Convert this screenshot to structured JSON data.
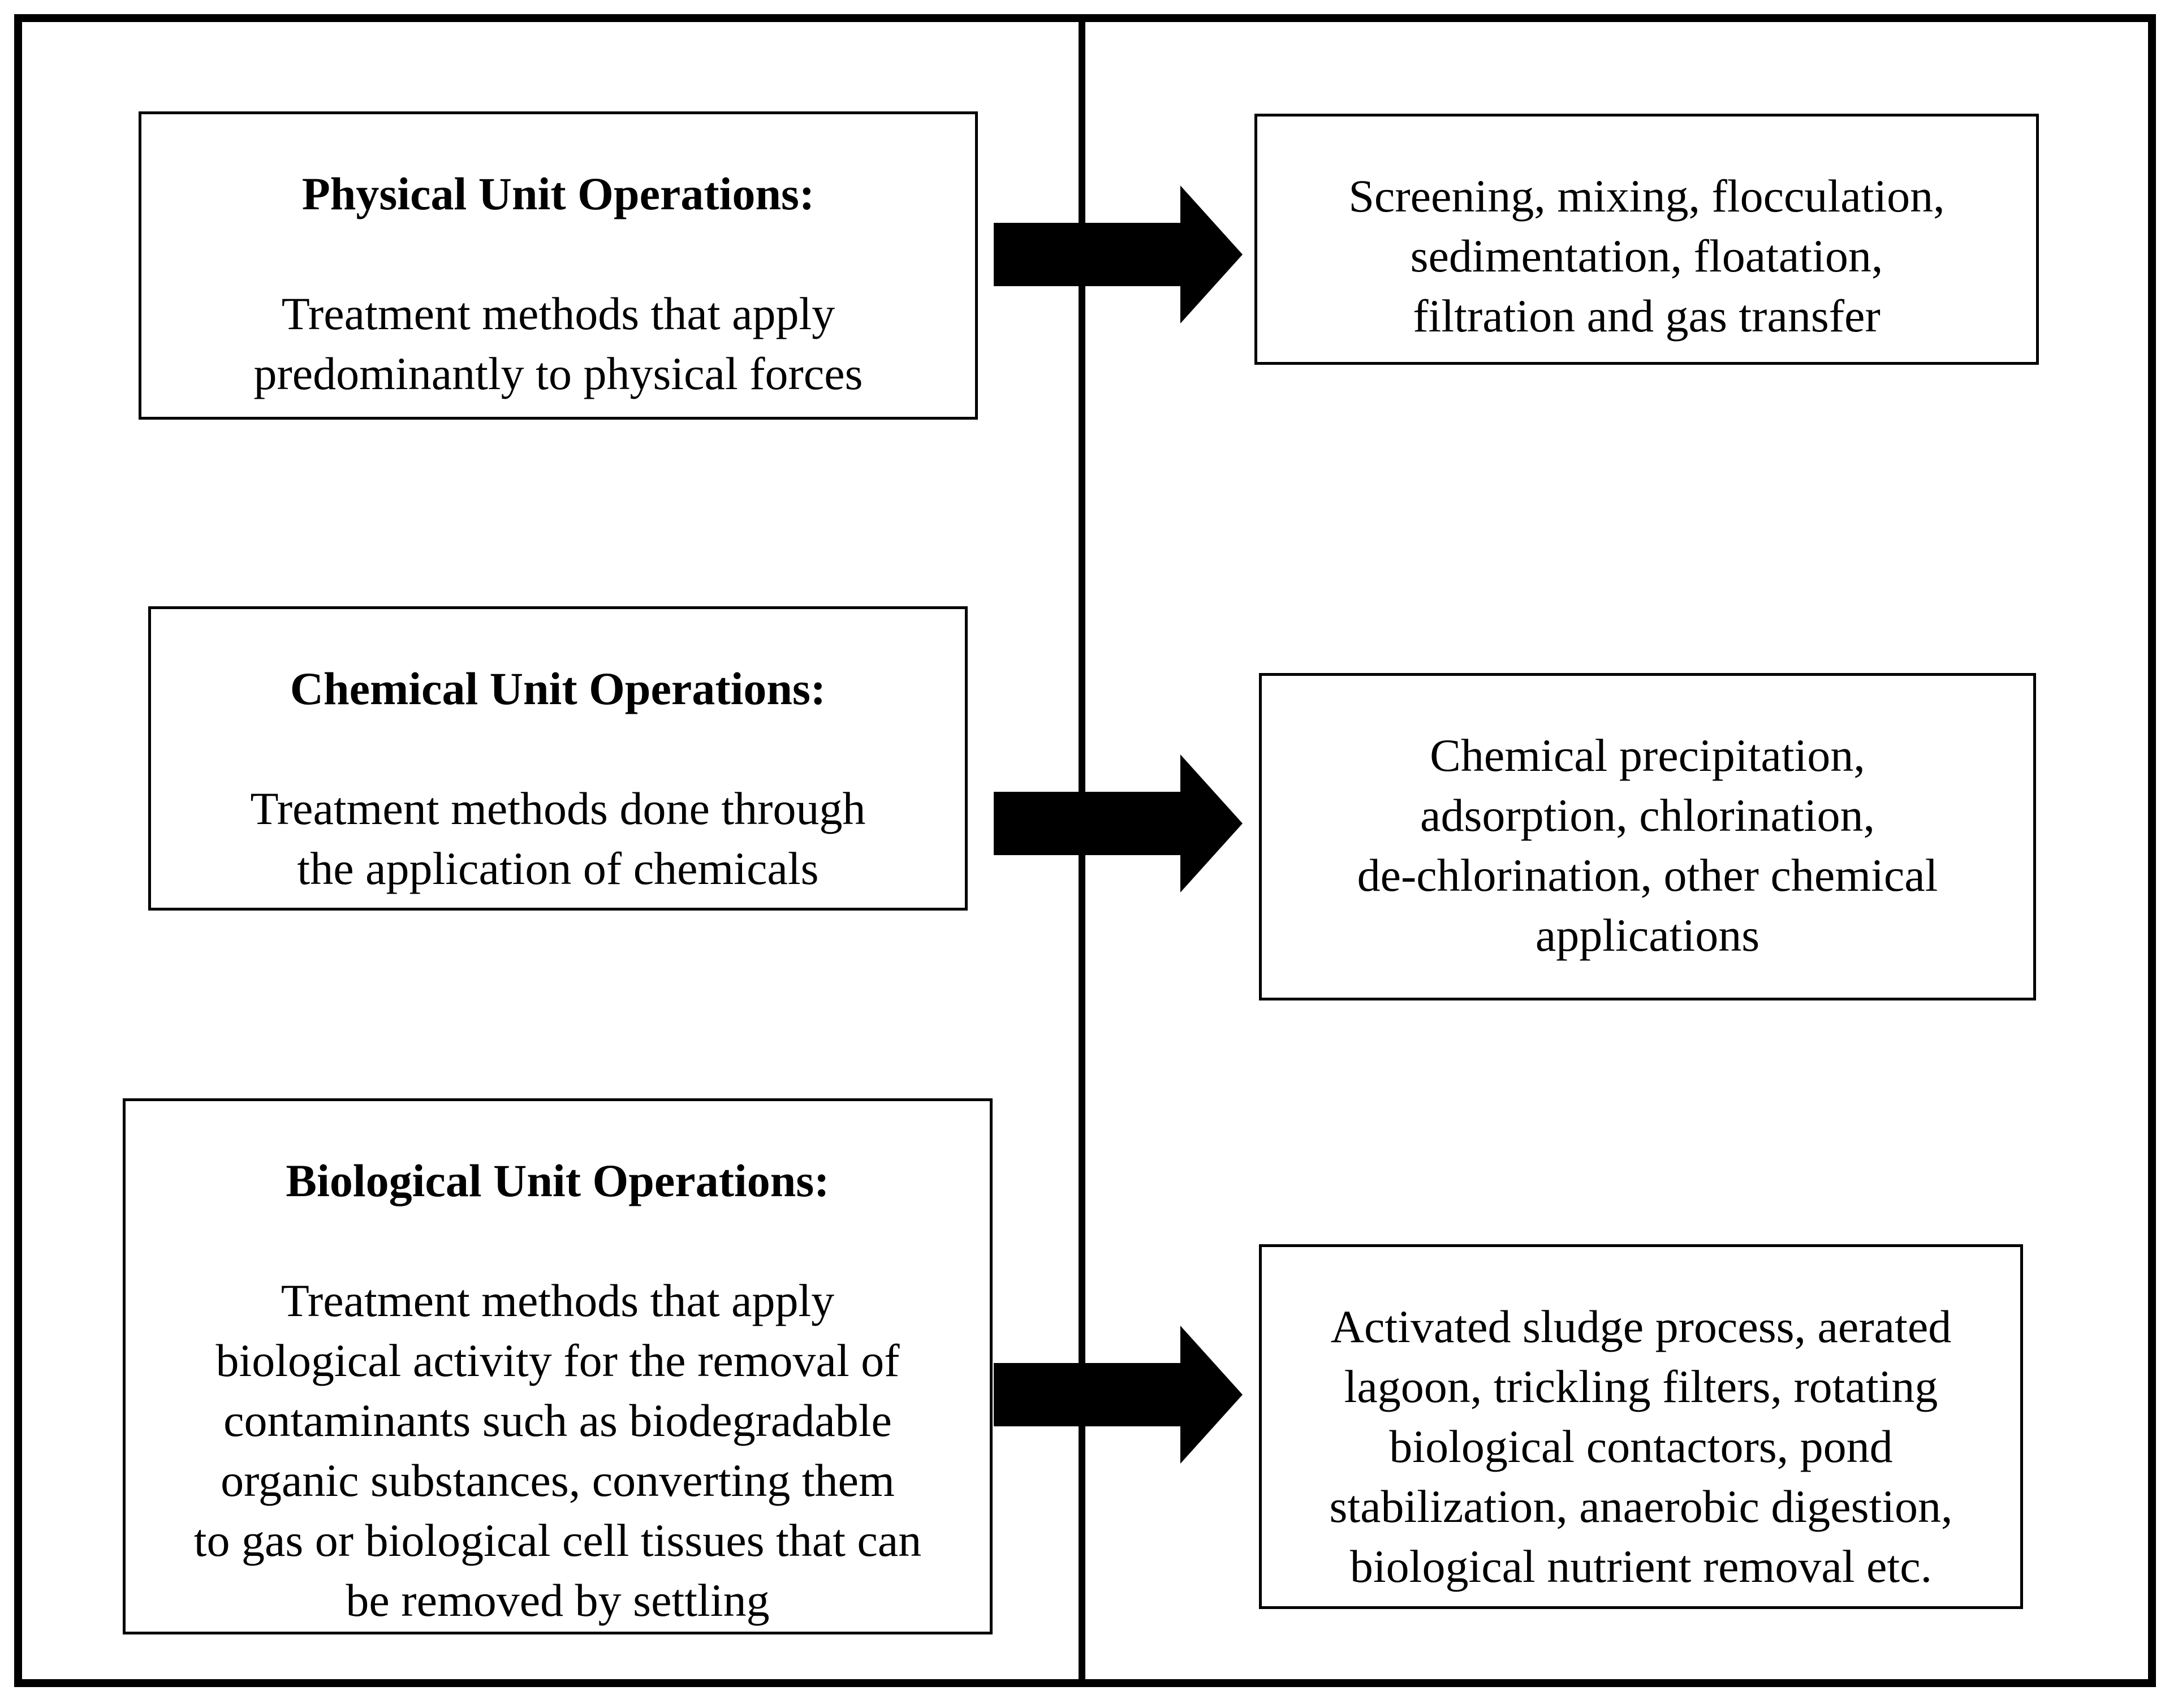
{
  "colors": {
    "ink": "#000000",
    "paper": "#ffffff"
  },
  "diagram": {
    "rows": [
      {
        "category": {
          "title": "Physical Unit Operations:",
          "description": "Treatment methods that apply\npredominantly to physical forces"
        },
        "examples": "Screening, mixing, flocculation,\nsedimentation, floatation,\nfiltration and gas transfer"
      },
      {
        "category": {
          "title": "Chemical Unit Operations:",
          "description": "Treatment methods done through\nthe application of chemicals"
        },
        "examples": "Chemical precipitation,\nadsorption, chlorination,\nde-chlorination, other chemical\napplications"
      },
      {
        "category": {
          "title": "Biological Unit Operations:",
          "description": "Treatment methods that apply\nbiological activity for the removal of\ncontaminants such as biodegradable\norganic substances, converting them\nto gas or biological cell tissues that can\nbe removed by settling"
        },
        "examples": "Activated sludge process, aerated\nlagoon, trickling filters, rotating\nbiological contactors, pond\nstabilization, anaerobic digestion,\nbiological nutrient removal etc."
      }
    ]
  }
}
